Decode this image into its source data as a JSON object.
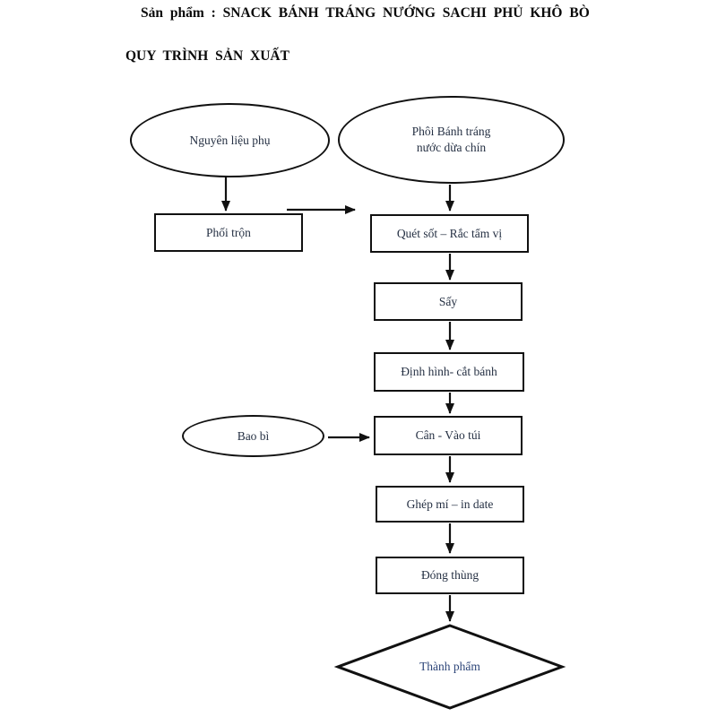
{
  "page": {
    "title": "Sản phẩm : SNACK BÁNH TRÁNG NƯỚNG SACHI PHỦ KHÔ BÒ",
    "subtitle": "QUY TRÌNH SẢN XUẤT"
  },
  "colors": {
    "background": "#ffffff",
    "line": "#111111",
    "shape_border": "#111111",
    "title_text": "#0a0a0a",
    "node_label_text": "#253043",
    "final_node_label_text": "#2e4679"
  },
  "flowchart": {
    "nodes": {
      "nguyen_lieu_phu": {
        "shape": "ellipse",
        "label": "Nguyên liệu phụ"
      },
      "phoi_banh_trang": {
        "shape": "ellipse",
        "label": "Phôi Bánh tráng\nnước dừa chín"
      },
      "phoi_tron": {
        "shape": "rect",
        "label": "Phối trộn"
      },
      "quet_sot": {
        "shape": "rect",
        "label": "Quét sốt – Rắc tẩm vị"
      },
      "say": {
        "shape": "rect",
        "label": "Sấy"
      },
      "dinh_hinh": {
        "shape": "rect",
        "label": "Định hình- cắt bánh"
      },
      "bao_bi": {
        "shape": "ellipse",
        "label": "Bao bì"
      },
      "can_vao_tui": {
        "shape": "rect",
        "label": "Cân - Vào túi"
      },
      "ghep_mi": {
        "shape": "rect",
        "label": "Ghép mí – in date"
      },
      "dong_thung": {
        "shape": "rect",
        "label": "Đóng thùng"
      },
      "thanh_pham": {
        "shape": "diamond",
        "label": "Thành phẩm"
      }
    },
    "edges": [
      {
        "from": "nguyen_lieu_phu",
        "to": "phoi_tron"
      },
      {
        "from": "phoi_banh_trang",
        "to": "quet_sot"
      },
      {
        "from": "phoi_tron",
        "to": "quet_sot"
      },
      {
        "from": "quet_sot",
        "to": "say"
      },
      {
        "from": "say",
        "to": "dinh_hinh"
      },
      {
        "from": "dinh_hinh",
        "to": "can_vao_tui"
      },
      {
        "from": "bao_bi",
        "to": "can_vao_tui"
      },
      {
        "from": "can_vao_tui",
        "to": "ghep_mi"
      },
      {
        "from": "ghep_mi",
        "to": "dong_thung"
      },
      {
        "from": "dong_thung",
        "to": "thanh_pham"
      }
    ]
  }
}
